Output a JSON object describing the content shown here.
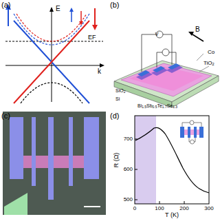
{
  "diagram": {
    "labels": [
      "(a)",
      "E",
      "EF",
      "k",
      "(b)",
      "B",
      "Co",
      "TiO2",
      "V",
      "SiO2",
      "Si",
      "Bi1.5Sb0.5Te1.7Se1.3",
      "(c)",
      "(d)",
      "700",
      "600",
      "500",
      "0",
      "100",
      "200",
      "300",
      "R (Ω)",
      "T (K)"
    ]
  }
}
